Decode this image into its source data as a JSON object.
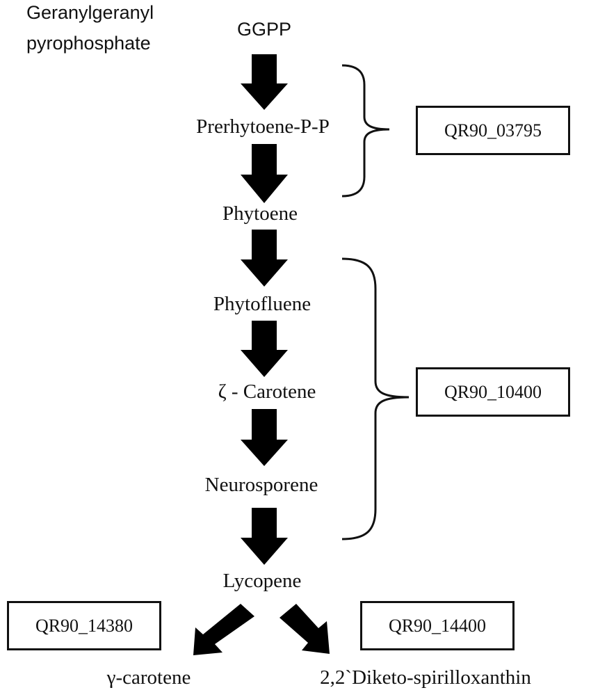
{
  "precursor": {
    "full_name_line1": "Geranylgeranyl",
    "full_name_line2": "pyrophosphate",
    "abbrev": "GGPP"
  },
  "intermediates": {
    "prephytoene": "Prerhytoene-P-P",
    "phytoene": "Phytoene",
    "phytofluene": "Phytofluene",
    "zeta_carotene": "ζ - Carotene",
    "neurosporene": "Neurosporene",
    "lycopene": "Lycopene"
  },
  "products": {
    "left": "γ-carotene",
    "right": "2,2`Diketo-spirilloxanthin"
  },
  "genes": {
    "upper": "QR90_03795",
    "middle": "QR90_10400",
    "lower_left": "QR90_14380",
    "lower_right": "QR90_14400"
  },
  "colors": {
    "arrow": "#000000",
    "stroke": "#111111",
    "text": "#111111"
  }
}
